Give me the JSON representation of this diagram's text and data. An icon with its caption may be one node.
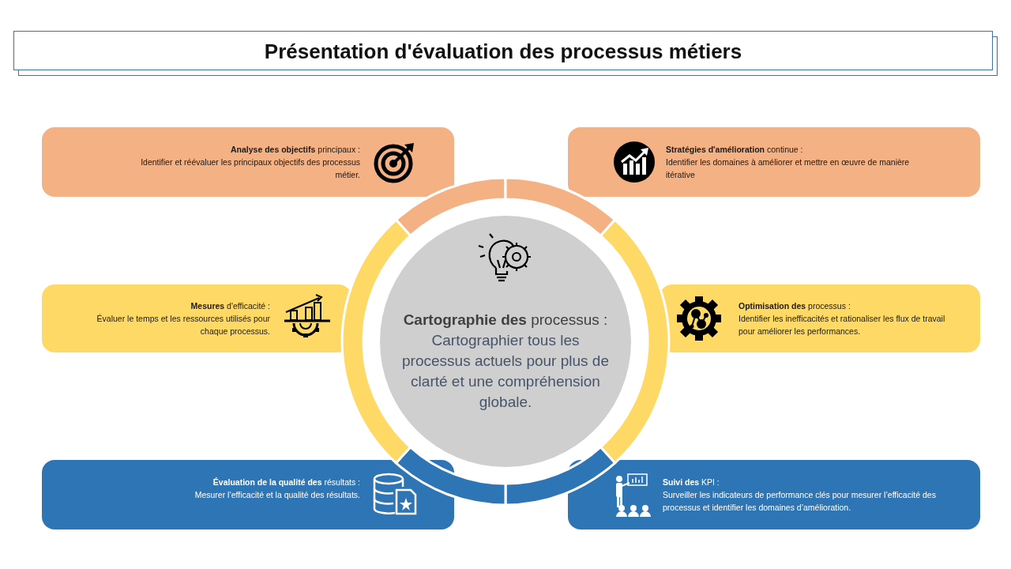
{
  "diagram": {
    "title": "Présentation d'évaluation des processus métiers",
    "nodes": [
      {
        "text": [
          "**Analyse des objectifs** principaux :",
          "Identifier et réévaluer les principaux objectifs des processus métier."
        ]
      },
      {
        "text": [
          "**Stratégies d'amélioration** continue :",
          "Identifier les domaines à améliorer et mettre en œuvre de manière itérative"
        ]
      },
      {
        "text": [
          "**Mesures** d'efficacité :",
          "Évaluer le temps et les ressources utilisés pour chaque processus."
        ]
      },
      {
        "text": [
          "**Cartographie des** processus :",
          "Cartographier tous les processus actuels pour plus de clarté et une compréhension globale."
        ]
      },
      {
        "text": [
          "**Optimisation des** processus :",
          "Identifier les inefficacités et rationaliser les flux de travail pour améliorer les performances."
        ]
      },
      {
        "text": [
          "**Évaluation de la qualité des** résultats :",
          "Mesurer l’efficacité et la qualité des résultats."
        ]
      },
      {
        "text": [
          "**Suivi des** KPI :",
          "Surveiller les indicateurs de performance clés pour mesurer l’efficacité des processus et identifier les domaines d’amélioration."
        ]
      }
    ]
  }
}
